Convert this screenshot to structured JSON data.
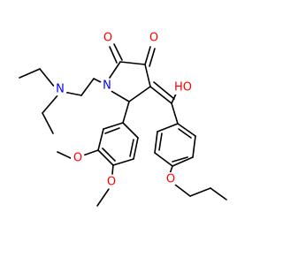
{
  "colors": {
    "bond": "#000000",
    "oxygen": "#ff0000",
    "nitrogen": "#0000ff",
    "background": "#ffffff"
  },
  "atoms": [
    {
      "id": "o_c2",
      "label": "O",
      "element": "O"
    },
    {
      "id": "o_c3",
      "label": "O",
      "element": "O"
    },
    {
      "id": "o_hydroxy",
      "label": "HO",
      "element": "O"
    },
    {
      "id": "n_amine",
      "label": "N",
      "element": "N"
    },
    {
      "id": "n_ring",
      "label": "N",
      "element": "N"
    },
    {
      "id": "o_methoxy_3",
      "label": "O",
      "element": "O"
    },
    {
      "id": "o_methoxy_4",
      "label": "O",
      "element": "O"
    },
    {
      "id": "o_propoxy",
      "label": "O",
      "element": "O"
    }
  ]
}
